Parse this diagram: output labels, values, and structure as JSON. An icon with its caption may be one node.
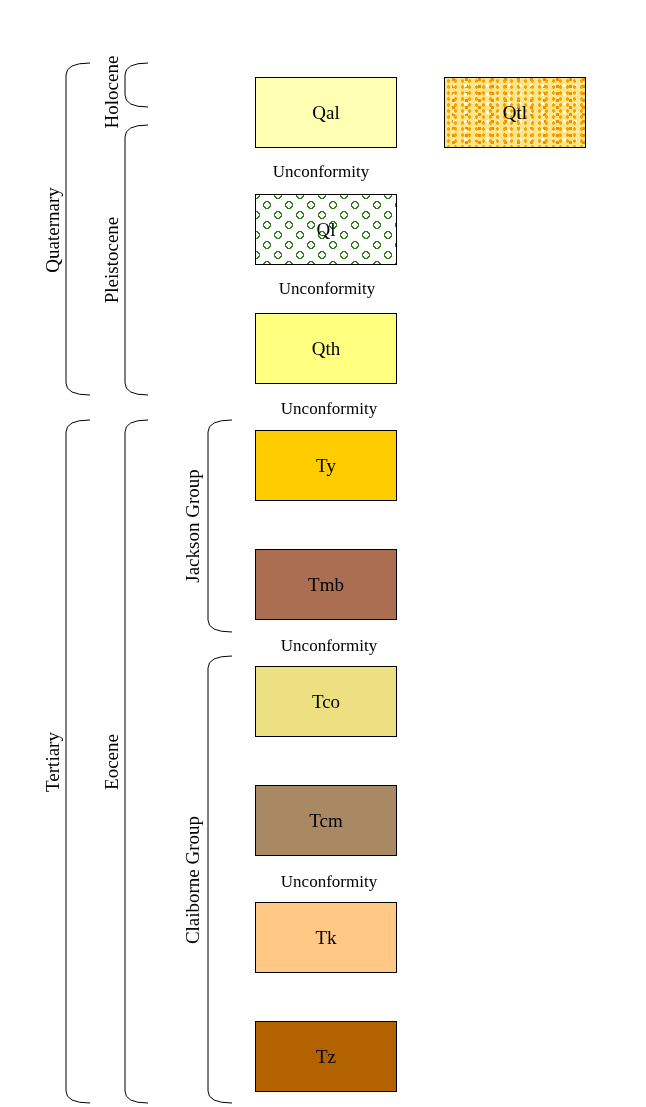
{
  "diagram": {
    "nodes": [
      {
        "text": [
          "Qal"
        ]
      },
      {
        "text": [
          "Qtl"
        ]
      },
      {
        "text": [
          "Ql"
        ]
      },
      {
        "text": [
          "Qth"
        ]
      },
      {
        "text": [
          "Ty"
        ]
      },
      {
        "text": [
          "Tmb"
        ]
      },
      {
        "text": [
          "Tco"
        ]
      },
      {
        "text": [
          "Tcm"
        ]
      },
      {
        "text": [
          "Tk"
        ]
      },
      {
        "text": [
          "Tz"
        ]
      }
    ],
    "labels": [
      "Holocene",
      "Unconformity",
      "Quaternary",
      "Pleistocene",
      "Unconformity",
      "Unconformity",
      "Jackson Group",
      "Unconformity",
      "Tertiary",
      "Eocene",
      "Claiborne Group",
      "Unconformity"
    ]
  }
}
